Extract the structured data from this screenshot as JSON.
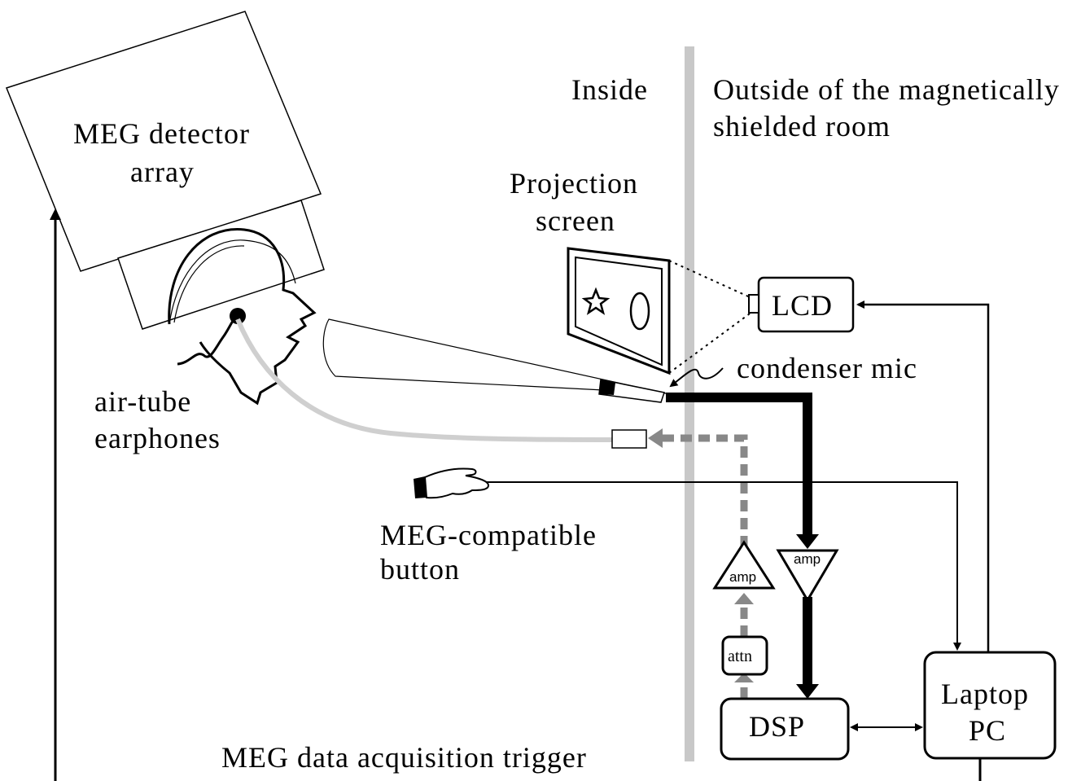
{
  "labels": {
    "meg_detector_line1": "MEG detector",
    "meg_detector_line2": "array",
    "inside": "Inside",
    "outside_line1": "Outside of the magnetically",
    "outside_line2": "shielded room",
    "projection_line1": "Projection",
    "projection_line2": "screen",
    "lcd": "LCD",
    "condenser_mic": "condenser mic",
    "airtube_line1": "air-tube",
    "airtube_line2": "earphones",
    "button_line1": "MEG-compatible",
    "button_line2": "button",
    "amp_left": "amp",
    "amp_right": "amp",
    "attn": "attn",
    "dsp": "DSP",
    "laptop_line1": "Laptop",
    "laptop_line2": "PC",
    "trigger": "MEG data acquisition trigger"
  },
  "colors": {
    "line": "#000000",
    "wall": "#c8c8c8",
    "audio_path": "#888888",
    "tube": "#cfcfcf"
  }
}
